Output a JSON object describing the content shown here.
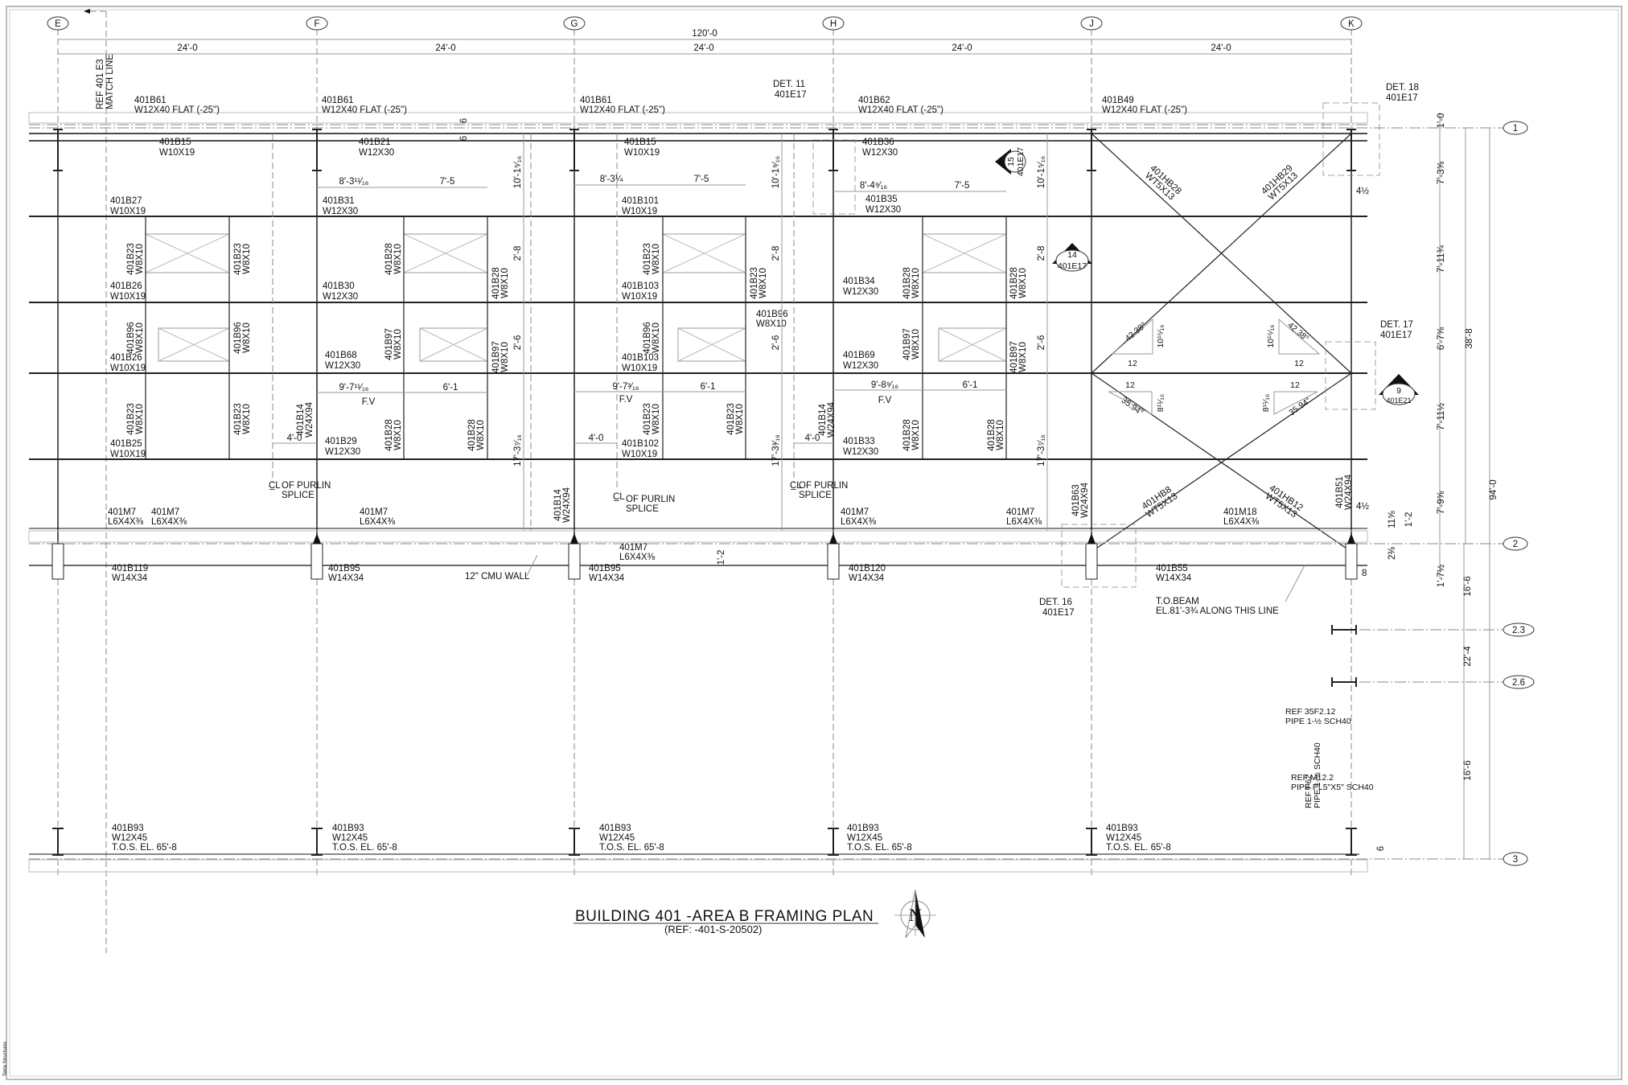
{
  "sheet": {
    "title": "BUILDING 401 -AREA  B FRAMING PLAN",
    "ref": "(REF: -401-S-20502)",
    "software": "Tekla Structures",
    "north": "N",
    "match_line": [
      "REF 401 E3",
      "MATCH LINE"
    ]
  },
  "grid": {
    "cols": [
      "E",
      "F",
      "G",
      "H",
      "J",
      "K"
    ],
    "rows": [
      "1",
      "2",
      "2.3",
      "2.6",
      "3"
    ]
  },
  "dims": {
    "overall": "120'-0",
    "bays": [
      "24'-0",
      "24'-0",
      "24'-0",
      "24'-0",
      "24'-0"
    ],
    "right": [
      "1'-0",
      "7'-3⅝",
      "7'-11¾",
      "6'-7⅝",
      "7'-11½",
      "7'-9⅝",
      "1'-7½",
      "38'-8",
      "94'-0",
      "16'-6",
      "22'-4",
      "16'-6"
    ],
    "small": [
      "4½",
      "4½",
      "11⅝",
      "1'-2",
      "2⅜",
      "8",
      "6",
      "6",
      "6",
      "1'-2"
    ],
    "opening_h": [
      "8'-3¹¹⁄₁₆",
      "7'-5",
      "8'-3¼",
      "7'-5",
      "8'-4⁹⁄₁₆",
      "7'-5"
    ],
    "opening_v": [
      "10'-1⁵⁄₁₆",
      "10'-1⁹⁄₁₆",
      "10'-1⁵⁄₁₆",
      "2'-8",
      "2'-8",
      "2'-8",
      "2'-6",
      "2'-6",
      "2'-6",
      "17'-3⁷⁄₁₆",
      "17'-3³⁄₁₆",
      "17'-3⁷⁄₁₆"
    ],
    "lower_h": [
      "9'-7¹¹⁄₁₆",
      "6'-1",
      "9'-7³⁄₁₆",
      "6'-1",
      "9'-8⁹⁄₁₆",
      "6'-1",
      "4'-0",
      "4'-0",
      "4'-0"
    ],
    "fv": "F.V"
  },
  "top_beams": [
    {
      "mark": "401B61",
      "size": "W12X40 FLAT (-25\")"
    },
    {
      "mark": "401B61",
      "size": "W12X40 FLAT (-25\")"
    },
    {
      "mark": "401B61",
      "size": "W12X40 FLAT (-25\")"
    },
    {
      "mark": "401B62",
      "size": "W12X40 FLAT (-25\")"
    },
    {
      "mark": "401B49",
      "size": "W12X40 FLAT (-25\")"
    }
  ],
  "details": [
    {
      "det": "DET. 11",
      "sheet": "401E17"
    },
    {
      "det": "DET. 18",
      "sheet": "401E17"
    },
    {
      "det": "DET. 17",
      "sheet": "401E17"
    },
    {
      "det": "DET. 16",
      "sheet": "401E17"
    }
  ],
  "sections": [
    {
      "num": "15",
      "sheet": "401E17"
    },
    {
      "num": "14",
      "sheet": "401E17"
    },
    {
      "num": "9",
      "sheet": "401E21"
    }
  ],
  "girts": [
    {
      "mark": "401B15",
      "size": "W10X19"
    },
    {
      "mark": "401B21",
      "size": "W12X30"
    },
    {
      "mark": "401B15",
      "size": "W10X19"
    },
    {
      "mark": "401B36",
      "size": "W12X30"
    },
    {
      "mark": "401B27",
      "size": "W10X19"
    },
    {
      "mark": "401B31",
      "size": "W12X30"
    },
    {
      "mark": "401B101",
      "size": "W10X19"
    },
    {
      "mark": "401B35",
      "size": "W12X30"
    },
    {
      "mark": "401B26",
      "size": "W10X19"
    },
    {
      "mark": "401B30",
      "size": "W12X30"
    },
    {
      "mark": "401B103",
      "size": "W10X19"
    },
    {
      "mark": "401B34",
      "size": "W12X30"
    },
    {
      "mark": "401B26",
      "size": "W10X19"
    },
    {
      "mark": "401B68",
      "size": "W12X30"
    },
    {
      "mark": "401B103",
      "size": "W10X19"
    },
    {
      "mark": "401B69",
      "size": "W12X30"
    },
    {
      "mark": "401B25",
      "size": "W10X19"
    },
    {
      "mark": "401B29",
      "size": "W12X30"
    },
    {
      "mark": "401B102",
      "size": "W10X19"
    },
    {
      "mark": "401B33",
      "size": "W12X30"
    }
  ],
  "posts": [
    {
      "mark": "401B23",
      "size": "W8X10"
    },
    {
      "mark": "401B23",
      "size": "W8X10"
    },
    {
      "mark": "401B28",
      "size": "W8X10"
    },
    {
      "mark": "401B28",
      "size": "W8X10"
    },
    {
      "mark": "401B23",
      "size": "W8X10"
    },
    {
      "mark": "401B23",
      "size": "W8X10"
    },
    {
      "mark": "401B28",
      "size": "W8X10"
    },
    {
      "mark": "401B28",
      "size": "W8X10"
    },
    {
      "mark": "401B96",
      "size": "W8X10"
    },
    {
      "mark": "401B96",
      "size": "W8X10"
    },
    {
      "mark": "401B97",
      "size": "W8X10"
    },
    {
      "mark": "401B97",
      "size": "W8X10"
    },
    {
      "mark": "401B96",
      "size": "W8X10"
    },
    {
      "mark": "401B96",
      "size": "W8X10"
    },
    {
      "mark": "401B97",
      "size": "W8X10"
    },
    {
      "mark": "401B97",
      "size": "W8X10"
    },
    {
      "mark": "401B23",
      "size": "W8X10"
    },
    {
      "mark": "401B23",
      "size": "W8X10"
    },
    {
      "mark": "401B28",
      "size": "W8X10"
    },
    {
      "mark": "401B28",
      "size": "W8X10"
    },
    {
      "mark": "401B23",
      "size": "W8X10"
    },
    {
      "mark": "401B23",
      "size": "W8X10"
    },
    {
      "mark": "401B28",
      "size": "W8X10"
    },
    {
      "mark": "401B28",
      "size": "W8X10"
    }
  ],
  "columns": [
    {
      "mark": "401B14",
      "size": "W24X94"
    },
    {
      "mark": "401B14",
      "size": "W24X94"
    },
    {
      "mark": "401B14",
      "size": "W24X94"
    },
    {
      "mark": "401B63",
      "size": "W24X94"
    },
    {
      "mark": "401B51",
      "size": "W24X94"
    }
  ],
  "braces": [
    {
      "mark": "401HB28",
      "size": "WT5X13"
    },
    {
      "mark": "401HB29",
      "size": "WT5X13"
    },
    {
      "mark": "401HB8",
      "size": "WT5X13"
    },
    {
      "mark": "401HB12",
      "size": "WT5X13"
    }
  ],
  "brace_geom": {
    "top_angle": "42.38°",
    "bottom_angle": "35.94°",
    "run": "12",
    "top_rise": "10¹⁵⁄₁₆",
    "bottom_rise": "8¹¹⁄₁₆"
  },
  "purlin_splice": {
    "cl": "C̲L",
    "text1": "OF PURLIN",
    "text2": "SPLICE"
  },
  "angles": [
    {
      "mark": "401M7",
      "size": "L6X4X⅜"
    },
    {
      "mark": "401M7",
      "size": "L6X4X⅜"
    },
    {
      "mark": "401M7",
      "size": "L6X4X⅜"
    },
    {
      "mark": "401M7",
      "size": "L6X4X⅜"
    },
    {
      "mark": "401M7",
      "size": "L6X4X⅜"
    },
    {
      "mark": "401M7",
      "size": "L6X4X⅜"
    },
    {
      "mark": "401M18",
      "size": "L6X4X⅜"
    }
  ],
  "row2_beams": [
    {
      "mark": "401B119",
      "size": "W14X34"
    },
    {
      "mark": "401B95",
      "size": "W14X34"
    },
    {
      "mark": "401B95",
      "size": "W14X34"
    },
    {
      "mark": "401B120",
      "size": "W14X34"
    },
    {
      "mark": "401B55",
      "size": "W14X34"
    }
  ],
  "notes": {
    "cmu": "12\" CMU WALL",
    "tob1": "T.O.BEAM",
    "tob2": "EL.81'-3¾ ALONG THIS LINE"
  },
  "pipes": [
    "REF 35F2.12",
    "PIPE 1-½ SCH40",
    "REF M12.2",
    "PIPE PL5\"X5\" SCH40",
    "REF F62",
    "PIPE 1-½ SCH40"
  ],
  "row3_beams": [
    {
      "mark": "401B93",
      "size": "W12X45",
      "tos": "T.O.S. EL. 65'-8"
    },
    {
      "mark": "401B93",
      "size": "W12X45",
      "tos": "T.O.S. EL. 65'-8"
    },
    {
      "mark": "401B93",
      "size": "W12X45",
      "tos": "T.O.S. EL. 65'-8"
    },
    {
      "mark": "401B93",
      "size": "W12X45",
      "tos": "T.O.S. EL. 65'-8"
    },
    {
      "mark": "401B93",
      "size": "W12X45",
      "tos": "T.O.S. EL. 65'-8"
    }
  ]
}
